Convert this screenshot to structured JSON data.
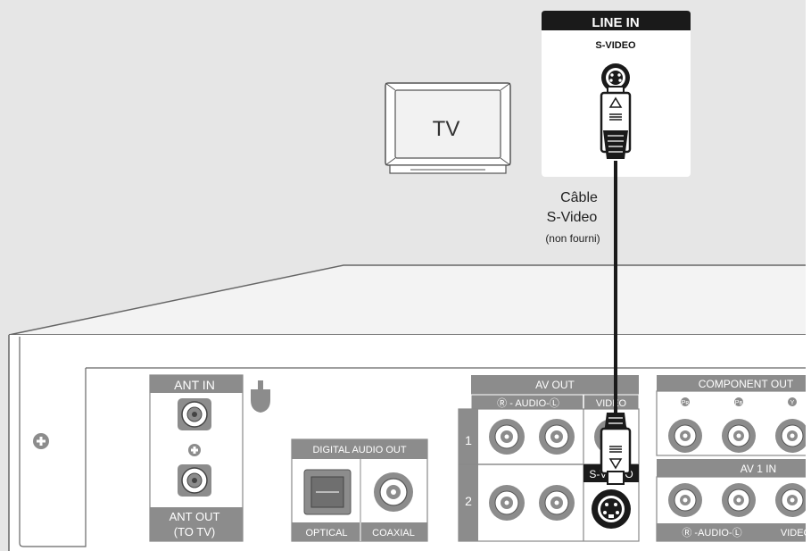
{
  "line_in_panel": {
    "title": "LINE IN",
    "port_label": "S-VIDEO"
  },
  "tv": {
    "label": "TV"
  },
  "cable_label": {
    "line1": "Câble",
    "line2": "S-Video",
    "line3": "(non fourni)"
  },
  "device": {
    "ant_in_label": "ANT IN",
    "ant_out_label_line1": "ANT OUT",
    "ant_out_label_line2": "(TO TV)",
    "digital_audio_out_label": "DIGITAL AUDIO OUT",
    "optical_label": "OPTICAL",
    "coaxial_label": "COAXIAL",
    "av_out_label": "AV OUT",
    "audio_label": "Ⓡ - AUDIO-Ⓛ",
    "video_label": "VIDEO",
    "row1_label": "1",
    "row2_label": "2",
    "svideo_label": "S-VIDEO",
    "component_out_label": "COMPONENT OUT",
    "component_pr_label": "Pʀ",
    "component_pb_label": "Pʙ",
    "component_y_label": "Y",
    "av1_in_label": "AV 1 IN",
    "av1_audio_label": "Ⓡ -AUDIO-Ⓛ",
    "av1_video_label": "VIDEO"
  },
  "colors": {
    "background": "#e6e6e6",
    "panel_white": "#ffffff",
    "panel_gray": "#8c8c8c",
    "outline": "#555555",
    "dark": "#1a1a1a"
  },
  "icons": [
    "tv-icon",
    "svideo-plug-icon",
    "rca-jack-icon",
    "coax-jack-icon",
    "optical-port-icon",
    "ground-icon",
    "screw-icon",
    "shield-icon"
  ]
}
